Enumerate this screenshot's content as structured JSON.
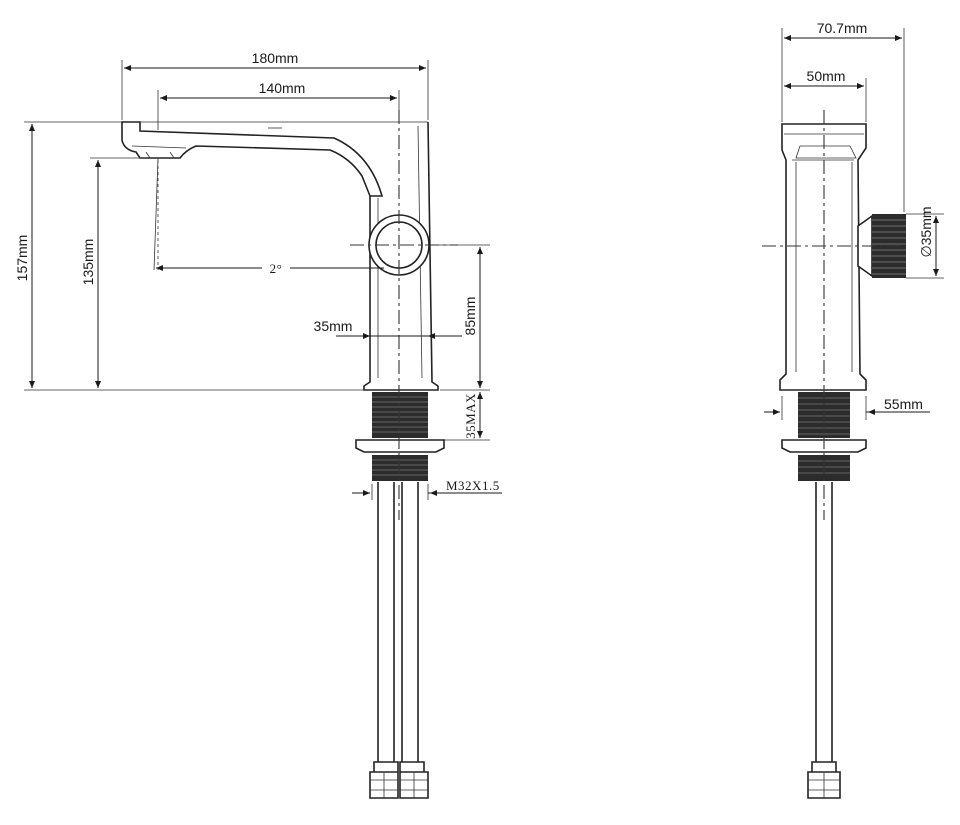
{
  "diagram": {
    "front_view": {
      "overall_width": "180mm",
      "spout_reach": "140mm",
      "overall_height": "157mm",
      "spout_height": "135mm",
      "spout_angle": "2°",
      "body_width": "35mm",
      "lever_height": "85mm",
      "deck_max": "35MAX",
      "thread_spec": "M32X1.5"
    },
    "side_view": {
      "overall_depth": "70.7mm",
      "body_depth": "50mm",
      "handle_diameter": "∅35mm",
      "base_diameter": "55mm"
    }
  }
}
